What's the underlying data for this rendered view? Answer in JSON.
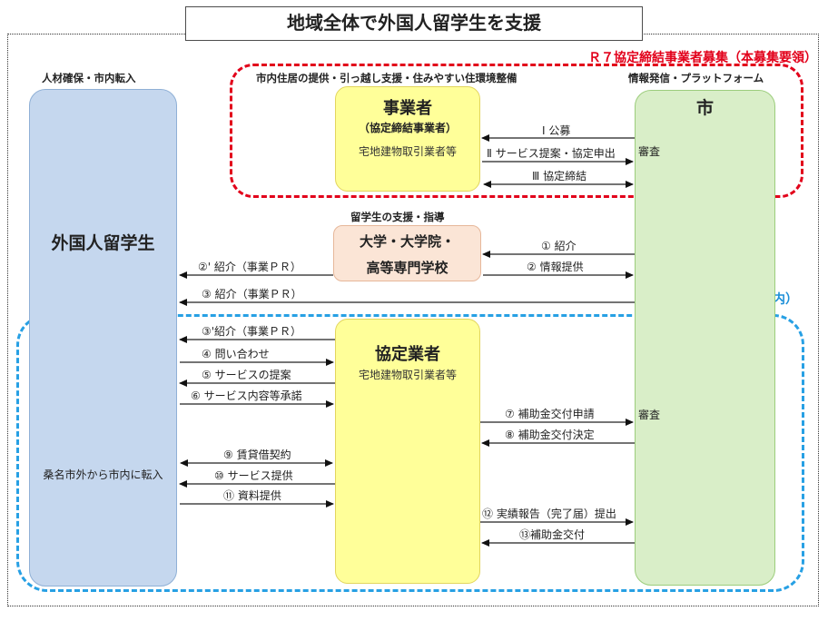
{
  "title": "地域全体で外国人留学生を支援",
  "headers": {
    "talent": "人材確保・市内転入",
    "housing": "市内住居の提供・引っ越し支援・住みやすい住環境整備",
    "info": "情報発信・プラットフォーム",
    "student_support": "留学生の支援・指導"
  },
  "recruitment_label": "Ｒ７協定締結事業者募集（本募集要領）",
  "subsidy_label": "補助事業（別途案内）",
  "student": {
    "name": "外国人留学生",
    "note": "桑名市外から市内に転入"
  },
  "city": {
    "name": "市"
  },
  "business": {
    "title": "事業者",
    "subtitle": "（協定締結事業者）",
    "note": "宅地建物取引業者等"
  },
  "university": {
    "line1": "大学・大学院・",
    "line2": "高等専門学校"
  },
  "partner": {
    "title": "協定業者",
    "note": "宅地建物取引業者等"
  },
  "audit_top": "審査",
  "audit_bottom": "審査",
  "flows": {
    "koubo": "Ⅰ 公募",
    "teian": "Ⅱ サービス提案・協定申出",
    "teiketsu": "Ⅲ 協定締結",
    "shoukai1": "① 紹介",
    "jouhou": "② 情報提供",
    "shoukai2p": "②' 紹介（事業ＰＲ）",
    "shoukai3": "③ 紹介（事業ＰＲ）",
    "shoukai3p": "③'紹介（事業ＰＲ）",
    "toiawase": "④ 問い合わせ",
    "service_teian": "⑤ サービスの提案",
    "shoudaku": "⑥ サービス内容等承諾",
    "shinsei": "⑦ 補助金交付申請",
    "kettei": "⑧ 補助金交付決定",
    "keiyaku": "⑨ 賃貸借契約",
    "teikyou": "⑩ サービス提供",
    "shiryou": "⑪ 資料提供",
    "houkoku": "⑫ 実績報告（完了届）提出",
    "koufu": "⑬補助金交付"
  }
}
